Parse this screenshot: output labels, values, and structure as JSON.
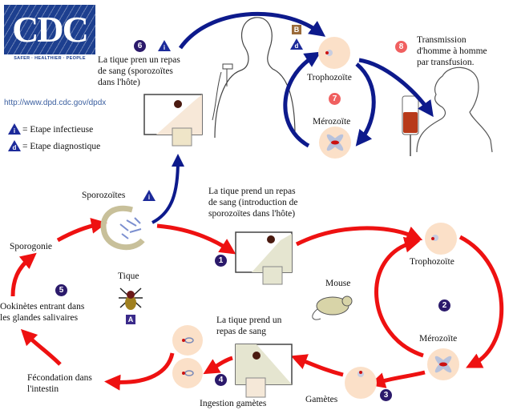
{
  "logo": {
    "text": "CDC",
    "tagline": "SAFER · HEALTHIER · PEOPLE"
  },
  "url": "http://www.dpd.cdc.gov/dpdx",
  "legend": {
    "infective": {
      "symbol": "i",
      "label": "= Etape infectieuse"
    },
    "diagnostic": {
      "symbol": "d",
      "label": "= Etape diagnostique"
    }
  },
  "colors": {
    "human_cycle": "#0d1a8c",
    "tick_cycle": "#ee1111",
    "step_number": "#2b1a6b",
    "human_step": "#f06060",
    "cell": "#fbe0c8"
  },
  "human_cycle": {
    "step6": {
      "num": "6",
      "label_lines": [
        "La tique pren un repas",
        "de sang (sporozoïtes",
        "dans l'hôte)"
      ]
    },
    "stage_badge": "B",
    "trophozoite": "Trophozoïte",
    "step7": "7",
    "merozoite": "Mérozoïte",
    "step8": {
      "num": "8",
      "label_lines": [
        "Transmission",
        "d'homme à homme",
        "par transfusion."
      ]
    }
  },
  "tick_cycle": {
    "sporozoites": "Sporozoïtes",
    "sporogonie": "Sporogonie",
    "step5": {
      "num": "5",
      "label_lines": [
        "Ookinètes entrant dans",
        "les glandes salivaires"
      ]
    },
    "tick": {
      "label": "Tique",
      "badge": "A"
    },
    "fecondation": [
      "Fécondation dans",
      "l'intestin"
    ],
    "step1": {
      "num": "1",
      "label_lines": [
        "La tique prend un repas",
        "de sang (introduction de",
        "sporozoïtes dans l'hôte)"
      ]
    },
    "trophozoite": "Trophozoïte",
    "step2": "2",
    "mouse": "Mouse",
    "merozoite": "Mérozoïte",
    "step3": "3",
    "gametes": "Gamètes",
    "step4": {
      "num": "4",
      "meal_lines": [
        "La tique prend un",
        "repas de sang"
      ],
      "ingestion": "Ingestion gamètes"
    }
  }
}
